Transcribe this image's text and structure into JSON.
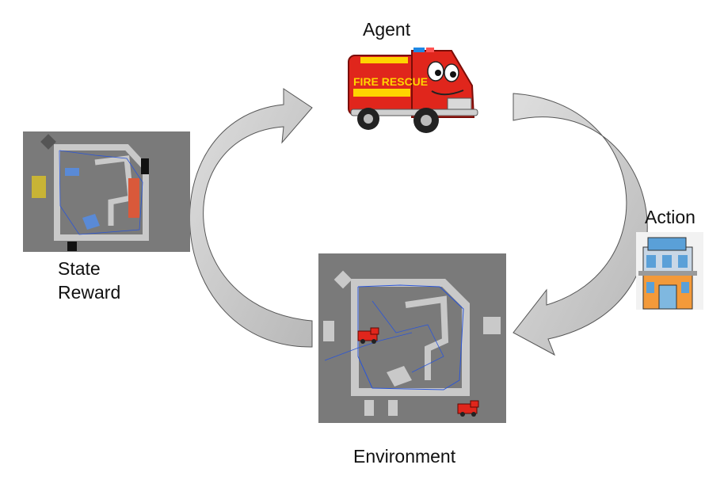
{
  "labels": {
    "agent": "Agent",
    "action": "Action",
    "state": "State",
    "reward": "Reward",
    "environment": "Environment"
  },
  "agent_vehicle_text": "FIRE RESCUE",
  "icons": {
    "agent": "fire-rescue-truck-icon",
    "action": "building-icon",
    "state": "map-thumbnail",
    "environment": "map-with-fire-trucks"
  },
  "colors": {
    "truck_red": "#e0261c",
    "arrow_fill": "#cfcfcf",
    "map_bg": "#7a7a7a",
    "corridor": "#c9c9c9",
    "route": "#2a55d8"
  }
}
